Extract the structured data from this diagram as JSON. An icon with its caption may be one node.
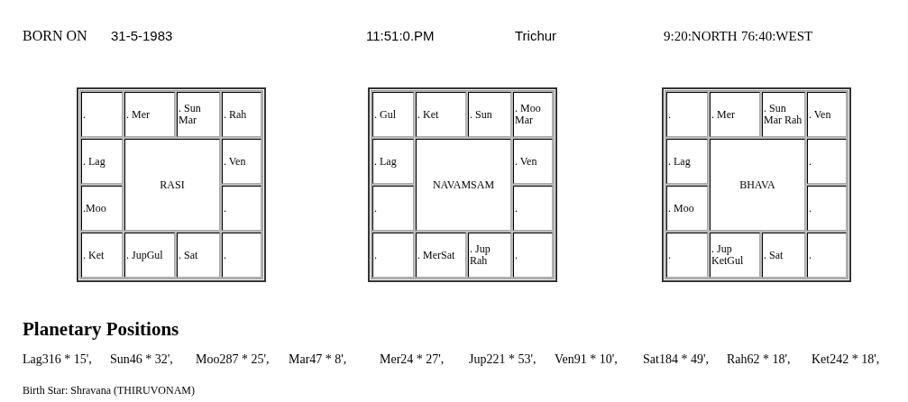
{
  "diagram": {
    "nodes": [
      {
        "text": [],
        "shape": "box"
      },
      {
        "text": [
          "."
        ],
        "in": 0
      },
      {
        "text": [
          ". Mer"
        ],
        "in": 0
      },
      {
        "text": [
          ". Sun Mar"
        ],
        "in": 0
      },
      {
        "text": [
          ". Rah"
        ],
        "in": 0
      },
      {
        "text": [
          ". Lag"
        ],
        "in": 0
      },
      {
        "text": [
          "RASI"
        ],
        "in": 0
      },
      {
        "text": [
          ". Ven"
        ],
        "in": 0
      },
      {
        "text": [
          ".Moo"
        ],
        "in": 0
      },
      {
        "text": [
          "."
        ],
        "in": 0
      },
      {
        "text": [
          ". Ket"
        ],
        "in": 0
      },
      {
        "text": [
          ". JupGul"
        ],
        "in": 0
      },
      {
        "text": [
          ". Sat"
        ],
        "in": 0
      },
      {
        "text": [
          "."
        ],
        "in": 0
      },
      {
        "text": [],
        "shape": "box"
      },
      {
        "text": [
          ". Gul"
        ],
        "in": 14
      },
      {
        "text": [
          ". Ket"
        ],
        "in": 14
      },
      {
        "text": [
          ". Sun"
        ],
        "in": 14
      },
      {
        "text": [
          ". Moo Mar"
        ],
        "in": 14
      },
      {
        "text": [
          ". Lag"
        ],
        "in": 14
      },
      {
        "text": [
          "NAVAMSAM"
        ],
        "in": 14
      },
      {
        "text": [
          ". Ven"
        ],
        "in": 14
      },
      {
        "text": [
          "."
        ],
        "in": 14
      },
      {
        "text": [
          "."
        ],
        "in": 14
      },
      {
        "text": [
          "."
        ],
        "in": 14
      },
      {
        "text": [
          ". MerSat"
        ],
        "in": 14
      },
      {
        "text": [
          ". Jup Rah"
        ],
        "in": 14
      },
      {
        "text": [
          "."
        ],
        "in": 14
      },
      {
        "text": [],
        "shape": "box"
      },
      {
        "text": [
          "."
        ],
        "in": 28
      },
      {
        "text": [
          ". Mer"
        ],
        "in": 28
      },
      {
        "text": [
          ". Sun Mar Rah"
        ],
        "in": 28
      },
      {
        "text": [
          ". Ven"
        ],
        "in": 28
      },
      {
        "text": [
          ". Lag"
        ],
        "in": 28
      },
      {
        "text": [
          "BHAVA"
        ],
        "in": 28
      },
      {
        "text": [
          "."
        ],
        "in": 28
      },
      {
        "text": [
          ". Moo"
        ],
        "in": 28
      },
      {
        "text": [
          "."
        ],
        "in": 28
      },
      {
        "text": [
          "."
        ],
        "in": 28
      },
      {
        "text": [
          ". Jup KetGul"
        ],
        "in": 28
      },
      {
        "text": [
          ". Sat"
        ],
        "in": 28
      },
      {
        "text": [
          "."
        ],
        "in": 28
      }
    ],
    "edges": [],
    "labels": [
      "BORN ON",
      "31-5-1983",
      "11:51:0.PM",
      "Trichur",
      "9:20:NORTH",
      "76:40:WEST",
      "Planetary Positions",
      "Lag316 * 15',",
      "Sun46 * 32',",
      "Moo287 * 25',",
      "Mar47 * 8',",
      "Mer24 * 27',",
      "Jup221 * 53',",
      "Ven91 * 10',",
      "Sat184 * 49',",
      "Rah62 * 18',",
      "Ket242 * 18',",
      "Birth Star: Shravana (THIRUVONAM)"
    ]
  }
}
